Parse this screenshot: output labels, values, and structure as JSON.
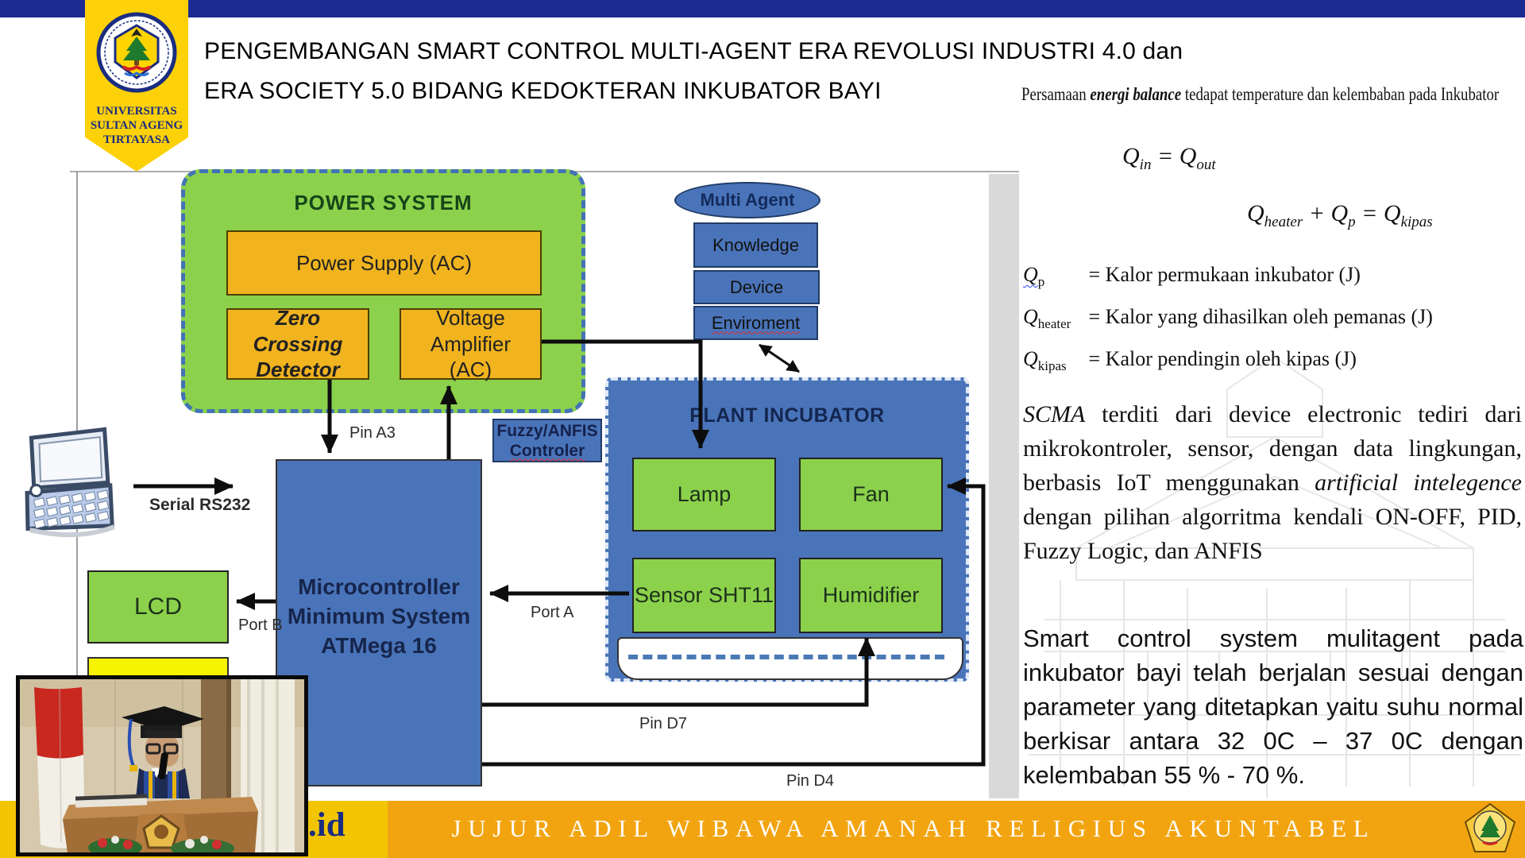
{
  "header": {
    "title_line1": "PENGEMBANGAN SMART  CONTROL MULTI-AGENT ERA REVOLUSI INDUSTRI 4.0 dan",
    "title_line2": "ERA SOCIETY 5.0  BIDANG KEDOKTERAN INKUBATOR BAYI",
    "logo": {
      "line1": "UNIVERSITAS",
      "line2": "SULTAN AGENG",
      "line3": "TIRTAYASA"
    }
  },
  "theory": {
    "intro_prefix": "Persamaan ",
    "intro_italic": "energi balance",
    "intro_suffix": " tedapat temperature dan kelembaban pada  Inkubator",
    "eq1": {
      "lhs_base": "Q",
      "lhs_sub": "in",
      "eq": "=",
      "rhs_base": "Q",
      "rhs_sub": "out"
    },
    "eq2": {
      "t1_base": "Q",
      "t1_sub": "heater",
      "plus": "+",
      "t2_base": "Q",
      "t2_sub": "p",
      "eq": "=",
      "t3_base": "Q",
      "t3_sub": "kipas"
    },
    "definitions": [
      {
        "sym_base": "Q",
        "sym_sub": "p",
        "text": "= Kalor permukaan inkubator (J)"
      },
      {
        "sym_base": "Q",
        "sym_sub": "heater",
        "text": "= Kalor yang dihasilkan oleh pemanas (J)"
      },
      {
        "sym_base": "Q",
        "sym_sub": "kipas",
        "text": "= Kalor pendingin oleh kipas (J)"
      }
    ],
    "scma_italic1": "SCMA",
    "scma_part2": " terditi dari device electronic tediri dari mikrokontroler, sensor, dengan data lingkungan,  berbasis IoT menggunakan ",
    "scma_italic2": "artificial intelegence",
    "scma_part4": "  dengan pilihan algorritma kendali ON-OFF, PID, Fuzzy Logic, dan ANFIS",
    "smart_paragraph": "Smart control system mulitagent pada inkubator bayi telah berjalan sesuai dengan parameter yang ditetapkan yaitu suhu normal berkisar antara 32 0C – 37 0C dengan kelembaban 55 % - 70 %."
  },
  "diagram": {
    "power_system": {
      "title": "POWER SYSTEM",
      "power_supply": "Power Supply (AC)",
      "zero_crossing": "Zero Crossing Detector",
      "voltage_amplifier": "Voltage Amplifier (AC)"
    },
    "multi_agent": {
      "ellipse": "Multi Agent",
      "items": [
        "Knowledge",
        "Device",
        "Enviroment"
      ]
    },
    "fuzzy_controller": {
      "line1": "Fuzzy/ANFIS",
      "line2": "Controler"
    },
    "plant_incubator": {
      "title": "PLANT INCUBATOR",
      "lamp": "Lamp",
      "fan": "Fan",
      "sensor": "Sensor SHT11",
      "humidifier": "Humidifier"
    },
    "microcontroller": {
      "line1": "Microcontroller",
      "line2": "Minimum System",
      "line3": "ATMega 16"
    },
    "lcd": "LCD",
    "labels": {
      "serial": "Serial RS232",
      "pin_a3": "Pin A3",
      "port_a": "Port A",
      "port_b": "Port B",
      "pin_d7": "Pin D7",
      "pin_d4": "Pin D4"
    }
  },
  "footer": {
    "motto": "JUJUR ADIL WIBAWA AMANAH RELIGIUS AKUNTABEL",
    "domain_suffix": ".id"
  },
  "colors": {
    "navy_bar": "#1c2b91",
    "pennant_yellow": "#fdd108",
    "box_green": "#8cd14b",
    "box_orange": "#f1b41f",
    "box_blue": "#4a74b9",
    "footer_yellow": "#f2c502",
    "footer_orange": "#f2a410"
  }
}
